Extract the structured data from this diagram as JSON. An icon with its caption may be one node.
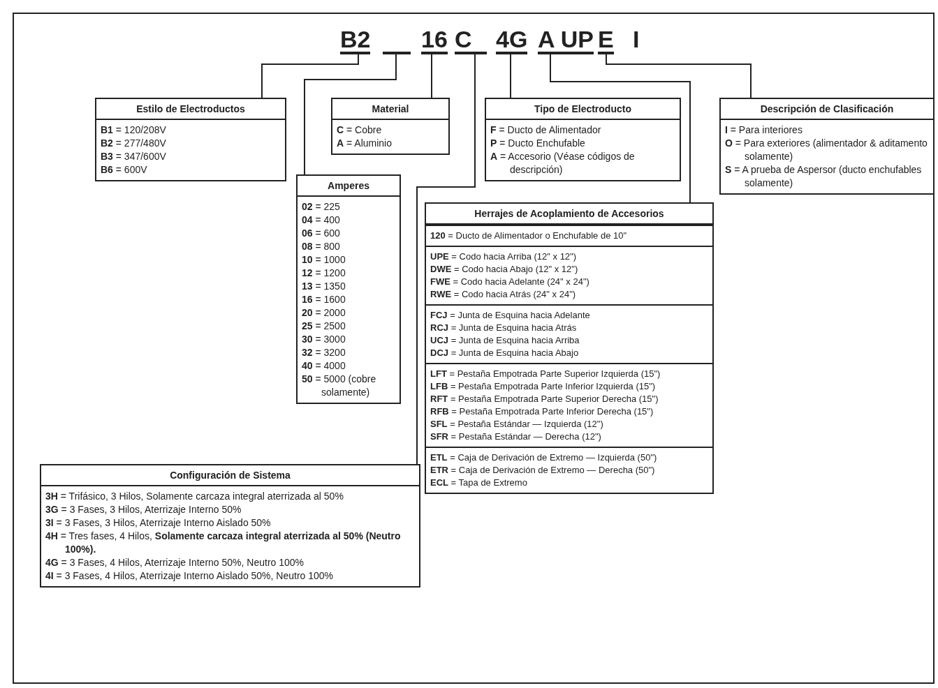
{
  "diagram": {
    "nodes": [
      {
        "text": [
          "B2"
        ]
      },
      {
        "text": [],
        "shape": "bar"
      },
      {
        "text": [
          "16"
        ]
      },
      {
        "text": [
          "C"
        ]
      },
      {
        "text": [
          "4G"
        ]
      },
      {
        "text": [
          "A UP"
        ]
      },
      {
        "text": [
          "E"
        ]
      },
      {
        "text": [
          "Estilo de Electroductos",
          "**B1** = 120/208V",
          "**B2** = 277/480V",
          "**B3** = 347/600V",
          "**B6** = 600V"
        ]
      },
      {
        "text": [
          "Material",
          "**C** = Cobre",
          "**A** = Aluminio"
        ]
      },
      {
        "text": [
          "Tipo de Electroducto",
          "**F** = Ducto de Alimentador",
          "**P** = Ducto Enchufable",
          "**A** = Accesorio (Véase códigos de descripción)"
        ]
      },
      {
        "text": [
          "Descripción de Clasificación",
          "**I** = Para interiores",
          "**O** = Para exteriores (alimentador & aditamento solamente)",
          "**S** = A prueba de Aspersor (ducto enchufables solamente)"
        ]
      },
      {
        "text": [
          "Amperes",
          "**02** = 225",
          "**04** = 400",
          "**06** = 600",
          "**08** = 800",
          "**10** = 1000",
          "**12** = 1200",
          "**13** = 1350",
          "**16** = 1600",
          "**20** = 2000",
          "**25** = 2500",
          "**30** = 3000",
          "**32** = 3200",
          "**40** = 4000",
          "**50** = 5000 (cobre solamente)"
        ]
      },
      {
        "text": [
          "Herrajes de Acoplamiento de Accesorios"
        ]
      },
      {
        "text": [
          "**120** = Ducto de Alimentador o Enchufable de 10\""
        ],
        "in": 12
      },
      {
        "text": [
          "**UPE** = Codo hacia Arriba (12\" x 12\")",
          "**DWE** = Codo hacia Abajo (12\" x 12\")",
          "**FWE** = Codo hacia Adelante (24\" x 24\")",
          "**RWE** = Codo hacia Atrás (24\" x 24\")"
        ],
        "in": 12
      },
      {
        "text": [
          "**FCJ** = Junta de Esquina hacia Adelante",
          "**RCJ** = Junta de Esquina hacia Atrás",
          "**UCJ** = Junta de Esquina hacia Arriba",
          "**DCJ** = Junta de Esquina hacia Abajo"
        ],
        "in": 12
      },
      {
        "text": [
          "**LFT** = Pestaña Empotrada Parte Superior Izquierda (15\")",
          "**LFB** = Pestaña Empotrada Parte Inferior Izquierda (15\")",
          "**RFT** = Pestaña Empotrada Parte Superior Derecha (15\")",
          "**RFB** = Pestaña Empotrada Parte Inferior Derecha (15\")",
          "**SFL** = Pestaña Estándar — Izquierda (12\")",
          "**SFR** = Pestaña Estándar — Derecha (12\")"
        ],
        "in": 12
      },
      {
        "text": [
          "**ETL** = Caja de Derivación de Extremo — Izquierda (50\")",
          "**ETR** = Caja de Derivación de Extremo — Derecha (50\")",
          "**ECL** = Tapa de Extremo"
        ],
        "in": 12
      },
      {
        "text": [
          "Configuración de Sistema",
          "**3H** = Trifásico, 3 Hilos, Solamente carcaza integral aterrizada al 50%",
          "**3G** = 3 Fases, 3 Hilos, Aterrizaje Interno 50%",
          "**3I** = 3 Fases, 3 Hilos, Aterrizaje Interno Aislado 50%",
          "**4H** = Tres fases, 4 Hilos, **Solamente carcaza integral aterrizada al 50% (Neutro 100%).**",
          "**4G** = 3 Fases, 4 Hilos, Aterrizaje Interno 50%, Neutro 100%",
          "**4I** = 3 Fases, 4 Hilos, Aterrizaje Interno Aislado 50%, Neutro 100%"
        ]
      }
    ],
    "edges": [
      {
        "from": 0,
        "to": 7,
        "arrow": "none"
      },
      {
        "from": 1,
        "to": 11,
        "arrow": "none"
      },
      {
        "from": 2,
        "to": 8,
        "arrow": "none"
      },
      {
        "from": 3,
        "to": 18,
        "arrow": "none"
      },
      {
        "from": 4,
        "to": 9,
        "arrow": "none"
      },
      {
        "from": 5,
        "to": 12,
        "arrow": "none"
      },
      {
        "from": 6,
        "to": 10,
        "arrow": "none"
      }
    ],
    "labels": [
      "I"
    ]
  }
}
